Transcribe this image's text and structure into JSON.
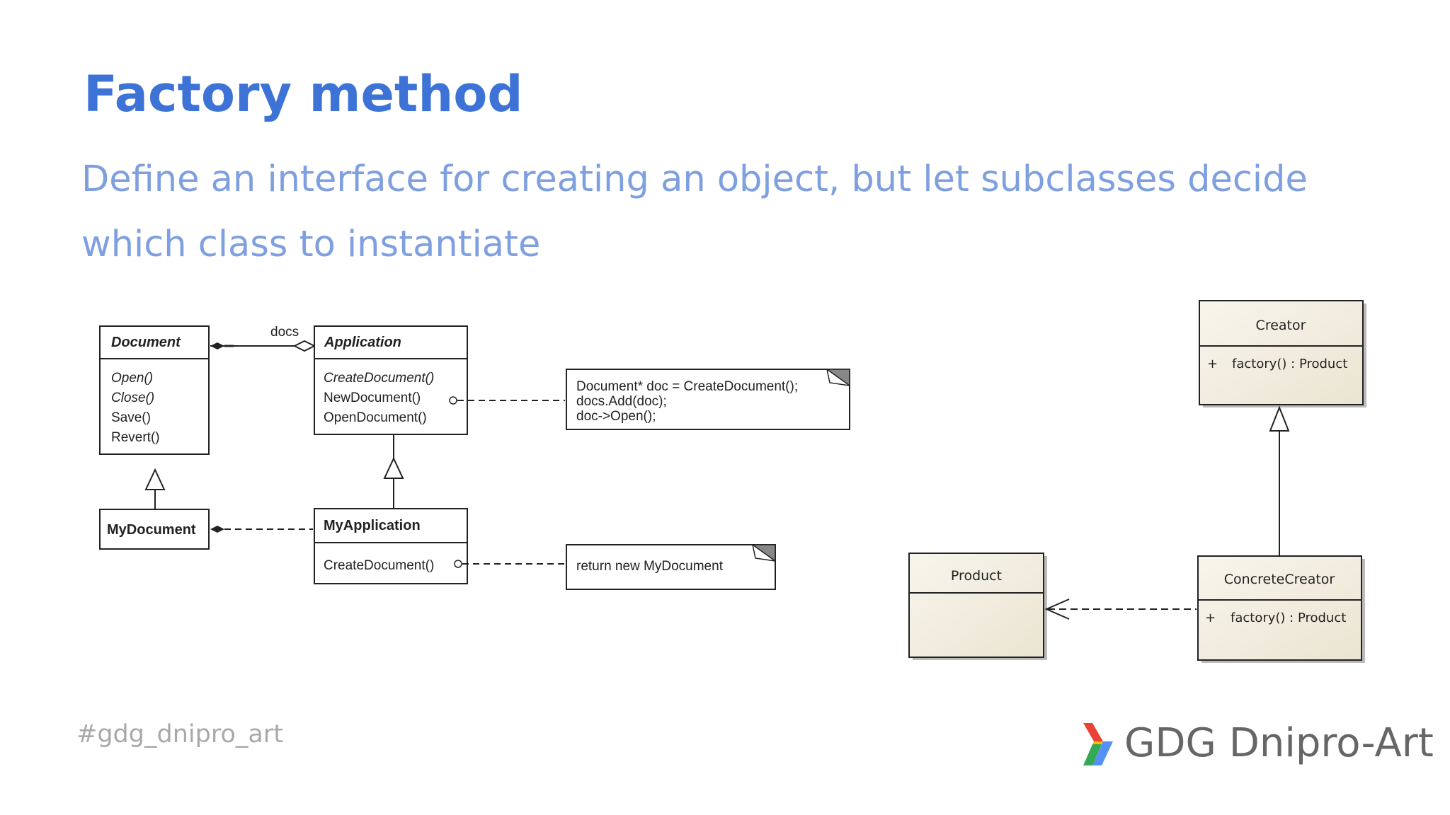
{
  "slide": {
    "title": "Factory method",
    "subtitle": "Define an interface for creating an object, but let subclasses decide which class to instantiate"
  },
  "left_diagram": {
    "document": {
      "name": "Document",
      "methods": [
        "Open()",
        "Close()",
        "Save()",
        "Revert()"
      ]
    },
    "association_label": "docs",
    "application": {
      "name": "Application",
      "methods": [
        "CreateDocument()",
        "NewDocument()",
        "OpenDocument()"
      ]
    },
    "my_document": {
      "name": "MyDocument"
    },
    "my_application": {
      "name": "MyApplication",
      "methods": [
        "CreateDocument()"
      ]
    },
    "note_new_document": [
      "Document* doc = CreateDocument();",
      "docs.Add(doc);",
      "doc->Open();"
    ],
    "note_create_document": "return new MyDocument"
  },
  "right_diagram": {
    "creator": {
      "name": "Creator",
      "visibility": "+",
      "operation": "factory() : Product"
    },
    "concrete_creator": {
      "name": "ConcreteCreator",
      "visibility": "+",
      "operation": "factory() : Product"
    },
    "product": {
      "name": "Product"
    }
  },
  "footer": {
    "hashtag": "#gdg_dnipro_art",
    "brand": "GDG Dnipro-Art"
  },
  "colors": {
    "title": "#3d73d6",
    "subtitle": "#7e9fe0",
    "uml_box_fill": "#f2ede0",
    "logo_red": "#ea4335",
    "logo_yellow": "#fbbc05",
    "logo_green": "#34a853",
    "logo_blue": "#4285f4"
  }
}
